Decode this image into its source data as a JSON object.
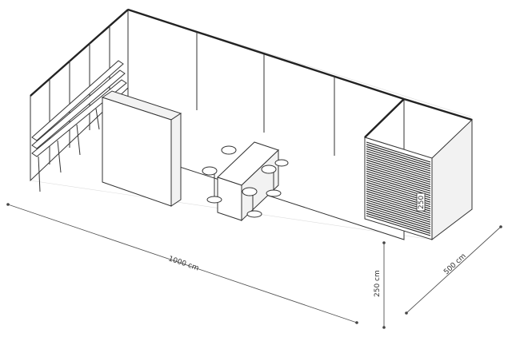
{
  "dimensions": {
    "width_label": "1000 cm",
    "height_label": "250 cm",
    "depth_label": "500 cm",
    "cabin_height_label": "250"
  }
}
